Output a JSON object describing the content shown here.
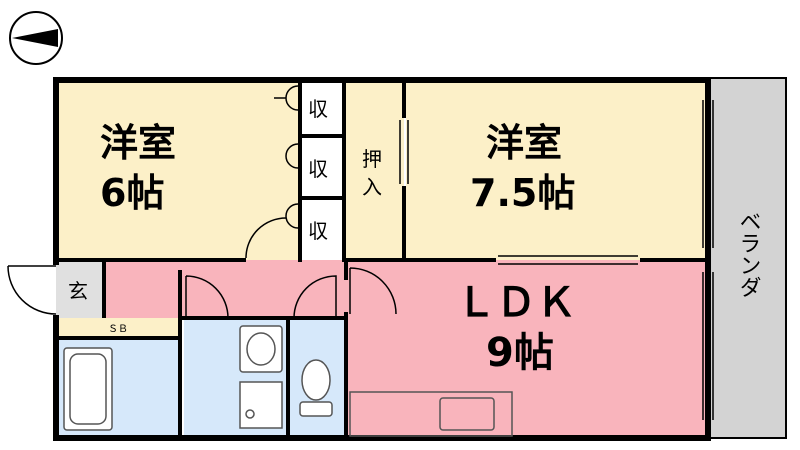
{
  "rooms": {
    "western_a": {
      "name": "洋室",
      "size": "6帖",
      "fill": "#fcf0c8"
    },
    "western_b": {
      "name": "洋室",
      "size": "7.5帖",
      "fill": "#fcf0c8"
    },
    "ldk": {
      "name": "ＬＤＫ",
      "size": "9帖",
      "fill": "#f9b4bc"
    },
    "closet": {
      "name_line1": "押",
      "name_line2": "入",
      "fill": "#fcf0c8"
    },
    "storage": {
      "label": "収",
      "fill": "#ffffff"
    },
    "entrance": {
      "label": "玄",
      "fill": "#e0e0e0"
    },
    "shoebox": {
      "label": "ＳＢ",
      "fill": "#fcf0c8"
    },
    "wet_area": {
      "fill": "#d6e8fa"
    },
    "corridor": {
      "fill": "#f9b4bc"
    }
  },
  "balcony": {
    "label": "ベランダ",
    "fill": "#d3d3d3"
  },
  "compass": {
    "icon": "north-arrow-icon",
    "direction": "west"
  },
  "colors": {
    "wall": "#000000",
    "fixture": "#555555"
  }
}
